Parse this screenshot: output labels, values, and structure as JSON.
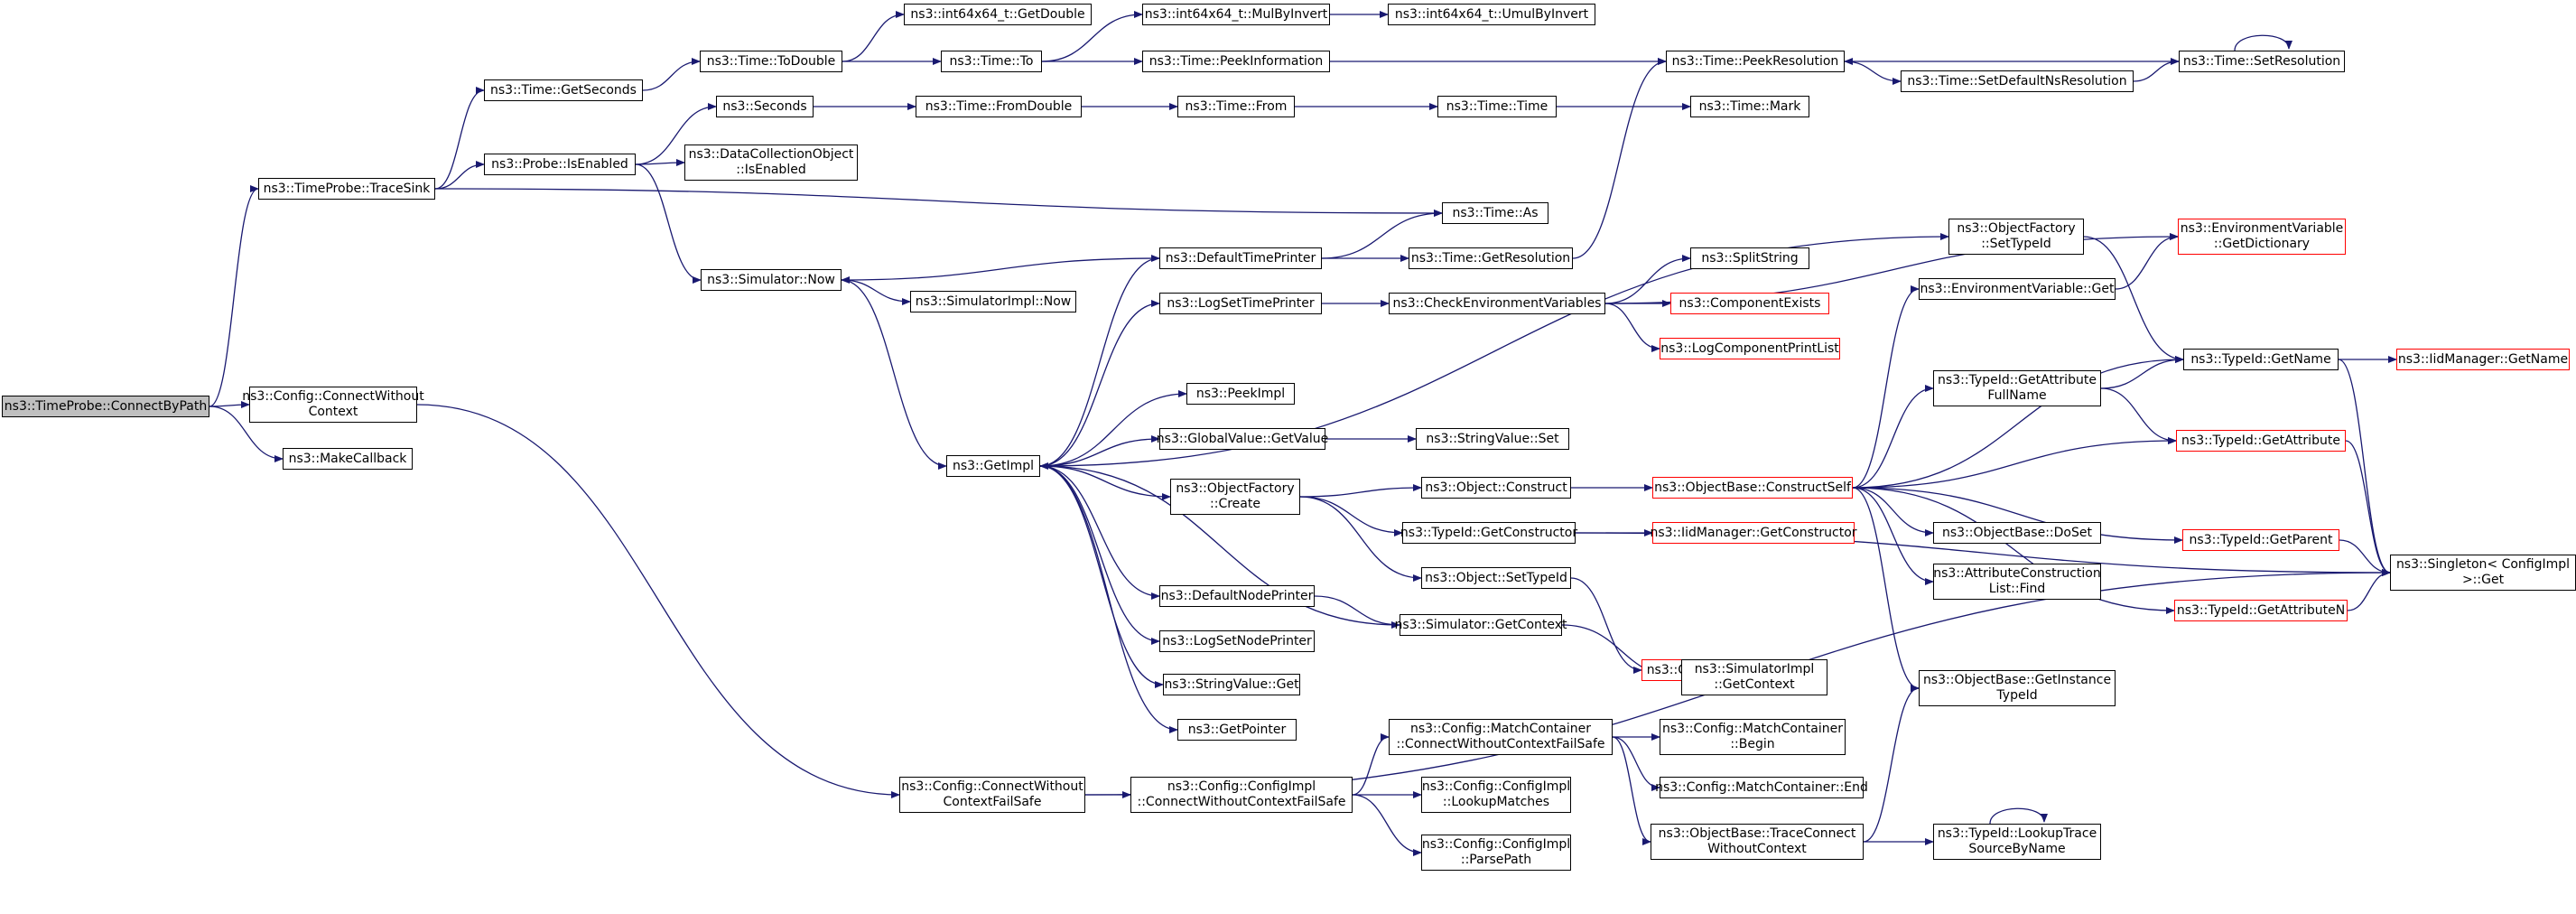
{
  "colors": {
    "edge": "#191970",
    "node_border": "#000000",
    "incomplete_border": "#ff0000",
    "root_fill": "#bfbfbf"
  },
  "nodes": [
    {
      "id": "connectbypath",
      "label": "ns3::TimeProbe::ConnectByPath",
      "root": true
    },
    {
      "id": "tracesink",
      "label": "ns3::TimeProbe::TraceSink"
    },
    {
      "id": "cfg_connectwithout",
      "label": "ns3::Config::ConnectWithout\nContext"
    },
    {
      "id": "makecallback",
      "label": "ns3::MakeCallback"
    },
    {
      "id": "getseconds",
      "label": "ns3::Time::GetSeconds"
    },
    {
      "id": "probe_isenabled",
      "label": "ns3::Probe::IsEnabled"
    },
    {
      "id": "time_todouble",
      "label": "ns3::Time::ToDouble"
    },
    {
      "id": "int_getdouble",
      "label": "ns3::int64x64_t::GetDouble"
    },
    {
      "id": "time_to",
      "label": "ns3::Time::To"
    },
    {
      "id": "int_mulbyinvert",
      "label": "ns3::int64x64_t::MulByInvert"
    },
    {
      "id": "int_umulbyinvert",
      "label": "ns3::int64x64_t::UmulByInvert"
    },
    {
      "id": "peekinformation",
      "label": "ns3::Time::PeekInformation"
    },
    {
      "id": "peekresolution",
      "label": "ns3::Time::PeekResolution"
    },
    {
      "id": "setdefaultns",
      "label": "ns3::Time::SetDefaultNsResolution"
    },
    {
      "id": "setresolution",
      "label": "ns3::Time::SetResolution"
    },
    {
      "id": "seconds",
      "label": "ns3::Seconds"
    },
    {
      "id": "fromdouble",
      "label": "ns3::Time::FromDouble"
    },
    {
      "id": "time_from",
      "label": "ns3::Time::From"
    },
    {
      "id": "time_time",
      "label": "ns3::Time::Time"
    },
    {
      "id": "time_mark",
      "label": "ns3::Time::Mark"
    },
    {
      "id": "dco_isenabled",
      "label": "ns3::DataCollectionObject\n::IsEnabled"
    },
    {
      "id": "time_as",
      "label": "ns3::Time::As"
    },
    {
      "id": "defaulttimeprinter",
      "label": "ns3::DefaultTimePrinter"
    },
    {
      "id": "getresolution",
      "label": "ns3::Time::GetResolution"
    },
    {
      "id": "env_getdictionary",
      "label": "ns3::EnvironmentVariable\n::GetDictionary",
      "red": true
    },
    {
      "id": "simulator_now",
      "label": "ns3::Simulator::Now"
    },
    {
      "id": "simimpl_now",
      "label": "ns3::SimulatorImpl::Now"
    },
    {
      "id": "logsettimeprinter",
      "label": "ns3::LogSetTimePrinter"
    },
    {
      "id": "checkenv",
      "label": "ns3::CheckEnvironmentVariables"
    },
    {
      "id": "splitstring",
      "label": "ns3::SplitString"
    },
    {
      "id": "componentexists",
      "label": "ns3::ComponentExists",
      "red": true
    },
    {
      "id": "logcomponentprintlist",
      "label": "ns3::LogComponentPrintList",
      "red": true
    },
    {
      "id": "objfactory_settypeid",
      "label": "ns3::ObjectFactory\n::SetTypeId"
    },
    {
      "id": "envvar_get",
      "label": "ns3::EnvironmentVariable::Get"
    },
    {
      "id": "typeid_getname",
      "label": "ns3::TypeId::GetName"
    },
    {
      "id": "iid_getname",
      "label": "ns3::IidManager::GetName",
      "red": true
    },
    {
      "id": "peekimpl",
      "label": "ns3::PeekImpl"
    },
    {
      "id": "gv_getvalue",
      "label": "ns3::GlobalValue::GetValue"
    },
    {
      "id": "sv_set",
      "label": "ns3::StringValue::Set"
    },
    {
      "id": "getimpl",
      "label": "ns3::GetImpl"
    },
    {
      "id": "typeid_getattrfullname",
      "label": "ns3::TypeId::GetAttribute\nFullName"
    },
    {
      "id": "typeid_getattribute",
      "label": "ns3::TypeId::GetAttribute",
      "red": true
    },
    {
      "id": "objfactory_create",
      "label": "ns3::ObjectFactory\n::Create"
    },
    {
      "id": "object_construct",
      "label": "ns3::Object::Construct"
    },
    {
      "id": "objbase_constructself",
      "label": "ns3::ObjectBase::ConstructSelf",
      "red": true
    },
    {
      "id": "typeid_getconstructor",
      "label": "ns3::TypeId::GetConstructor"
    },
    {
      "id": "iid_getconstructor",
      "label": "ns3::IidManager::GetConstructor",
      "red": true
    },
    {
      "id": "objbase_doset",
      "label": "ns3::ObjectBase::DoSet"
    },
    {
      "id": "typeid_getparent",
      "label": "ns3::TypeId::GetParent",
      "red": true
    },
    {
      "id": "singleton_get",
      "label": "ns3::Singleton< ConfigImpl\n>::Get"
    },
    {
      "id": "attr_find",
      "label": "ns3::AttributeConstruction\nList::Find"
    },
    {
      "id": "object_settypeid",
      "label": "ns3::Object::SetTypeId"
    },
    {
      "id": "typeid_getattributen",
      "label": "ns3::TypeId::GetAttributeN",
      "red": true
    },
    {
      "id": "defaultnodeprinter",
      "label": "ns3::DefaultNodePrinter"
    },
    {
      "id": "sim_getcontext",
      "label": "ns3::Simulator::GetContext"
    },
    {
      "id": "lognodeprinter",
      "label": "ns3::LogSetNodePrinter"
    },
    {
      "id": "object_check",
      "label": "ns3::Object::Check",
      "red": true
    },
    {
      "id": "simimpl_getcontext",
      "label": "ns3::SimulatorImpl\n::GetContext"
    },
    {
      "id": "sv_get",
      "label": "ns3::StringValue::Get"
    },
    {
      "id": "objbase_getinstancetypeid",
      "label": "ns3::ObjectBase::GetInstance\nTypeId"
    },
    {
      "id": "getpointer",
      "label": "ns3::GetPointer"
    },
    {
      "id": "mc_connectfailsafe",
      "label": "ns3::Config::MatchContainer\n::ConnectWithoutContextFailSafe"
    },
    {
      "id": "mc_begin",
      "label": "ns3::Config::MatchContainer\n::Begin"
    },
    {
      "id": "cfg_connectfailsafe",
      "label": "ns3::Config::ConnectWithout\nContextFailSafe"
    },
    {
      "id": "cfgimpl_connectfailsafe",
      "label": "ns3::Config::ConfigImpl\n::ConnectWithoutContextFailSafe"
    },
    {
      "id": "cfgimpl_lookupmatches",
      "label": "ns3::Config::ConfigImpl\n::LookupMatches"
    },
    {
      "id": "mc_end",
      "label": "ns3::Config::MatchContainer::End"
    },
    {
      "id": "objbase_traceconnect",
      "label": "ns3::ObjectBase::TraceConnect\nWithoutContext"
    },
    {
      "id": "typeid_lookuptrace",
      "label": "ns3::TypeId::LookupTrace\nSourceByName"
    },
    {
      "id": "cfgimpl_parsepath",
      "label": "ns3::Config::ConfigImpl\n::ParsePath"
    }
  ],
  "edges": [
    [
      "connectbypath",
      "tracesink"
    ],
    [
      "connectbypath",
      "cfg_connectwithout"
    ],
    [
      "connectbypath",
      "makecallback"
    ],
    [
      "tracesink",
      "getseconds"
    ],
    [
      "tracesink",
      "probe_isenabled"
    ],
    [
      "tracesink",
      "time_as"
    ],
    [
      "getseconds",
      "time_todouble"
    ],
    [
      "time_todouble",
      "int_getdouble"
    ],
    [
      "time_todouble",
      "time_to"
    ],
    [
      "time_to",
      "int_mulbyinvert"
    ],
    [
      "time_to",
      "peekinformation"
    ],
    [
      "int_mulbyinvert",
      "int_umulbyinvert"
    ],
    [
      "peekinformation",
      "peekresolution"
    ],
    [
      "peekresolution",
      "setdefaultns"
    ],
    [
      "setdefaultns",
      "setresolution"
    ],
    [
      "setresolution",
      "peekresolution"
    ],
    [
      "setresolution",
      "setresolution"
    ],
    [
      "probe_isenabled",
      "seconds"
    ],
    [
      "probe_isenabled",
      "dco_isenabled"
    ],
    [
      "probe_isenabled",
      "simulator_now"
    ],
    [
      "seconds",
      "fromdouble"
    ],
    [
      "fromdouble",
      "time_from"
    ],
    [
      "time_from",
      "time_time"
    ],
    [
      "time_time",
      "time_mark"
    ],
    [
      "simulator_now",
      "simimpl_now"
    ],
    [
      "simulator_now",
      "getimpl"
    ],
    [
      "getimpl",
      "defaulttimeprinter"
    ],
    [
      "getimpl",
      "logsettimeprinter"
    ],
    [
      "getimpl",
      "peekimpl"
    ],
    [
      "getimpl",
      "gv_getvalue"
    ],
    [
      "getimpl",
      "objfactory_create"
    ],
    [
      "getimpl",
      "defaultnodeprinter"
    ],
    [
      "getimpl",
      "lognodeprinter"
    ],
    [
      "getimpl",
      "sv_get"
    ],
    [
      "getimpl",
      "getpointer"
    ],
    [
      "getimpl",
      "objfactory_settypeid"
    ],
    [
      "defaulttimeprinter",
      "simulator_now"
    ],
    [
      "defaulttimeprinter",
      "getresolution"
    ],
    [
      "defaulttimeprinter",
      "time_as"
    ],
    [
      "getresolution",
      "peekresolution"
    ],
    [
      "logsettimeprinter",
      "checkenv"
    ],
    [
      "checkenv",
      "env_getdictionary"
    ],
    [
      "checkenv",
      "splitstring"
    ],
    [
      "checkenv",
      "componentexists"
    ],
    [
      "checkenv",
      "logcomponentprintlist"
    ],
    [
      "gv_getvalue",
      "sv_set"
    ],
    [
      "objfactory_create",
      "object_construct"
    ],
    [
      "objfactory_create",
      "typeid_getconstructor"
    ],
    [
      "objfactory_create",
      "object_settypeid"
    ],
    [
      "object_construct",
      "objbase_constructself"
    ],
    [
      "typeid_getconstructor",
      "iid_getconstructor"
    ],
    [
      "typeid_getconstructor",
      "singleton_get"
    ],
    [
      "objbase_constructself",
      "envvar_get"
    ],
    [
      "objbase_constructself",
      "typeid_getname"
    ],
    [
      "objbase_constructself",
      "typeid_getattrfullname"
    ],
    [
      "objbase_constructself",
      "typeid_getattribute"
    ],
    [
      "objbase_constructself",
      "objbase_doset"
    ],
    [
      "objbase_constructself",
      "typeid_getparent"
    ],
    [
      "objbase_constructself",
      "attr_find"
    ],
    [
      "objbase_constructself",
      "typeid_getattributen"
    ],
    [
      "objbase_constructself",
      "objbase_getinstancetypeid"
    ],
    [
      "objfactory_settypeid",
      "typeid_getname"
    ],
    [
      "envvar_get",
      "env_getdictionary"
    ],
    [
      "typeid_getname",
      "iid_getname"
    ],
    [
      "typeid_getname",
      "singleton_get"
    ],
    [
      "typeid_getattrfullname",
      "typeid_getname"
    ],
    [
      "typeid_getattrfullname",
      "typeid_getattribute"
    ],
    [
      "typeid_getattribute",
      "singleton_get"
    ],
    [
      "typeid_getparent",
      "singleton_get"
    ],
    [
      "typeid_getattributen",
      "singleton_get"
    ],
    [
      "object_settypeid",
      "object_check"
    ],
    [
      "defaultnodeprinter",
      "sim_getcontext"
    ],
    [
      "sim_getcontext",
      "getimpl"
    ],
    [
      "sim_getcontext",
      "simimpl_getcontext"
    ],
    [
      "cfg_connectwithout",
      "cfg_connectfailsafe"
    ],
    [
      "cfg_connectfailsafe",
      "cfgimpl_connectfailsafe"
    ],
    [
      "cfg_connectfailsafe",
      "singleton_get"
    ],
    [
      "cfgimpl_connectfailsafe",
      "mc_connectfailsafe"
    ],
    [
      "cfgimpl_connectfailsafe",
      "cfgimpl_lookupmatches"
    ],
    [
      "cfgimpl_connectfailsafe",
      "cfgimpl_parsepath"
    ],
    [
      "mc_connectfailsafe",
      "mc_begin"
    ],
    [
      "mc_connectfailsafe",
      "mc_end"
    ],
    [
      "mc_connectfailsafe",
      "objbase_traceconnect"
    ],
    [
      "objbase_traceconnect",
      "objbase_getinstancetypeid"
    ],
    [
      "objbase_traceconnect",
      "typeid_lookuptrace"
    ],
    [
      "typeid_lookuptrace",
      "typeid_lookuptrace"
    ]
  ]
}
